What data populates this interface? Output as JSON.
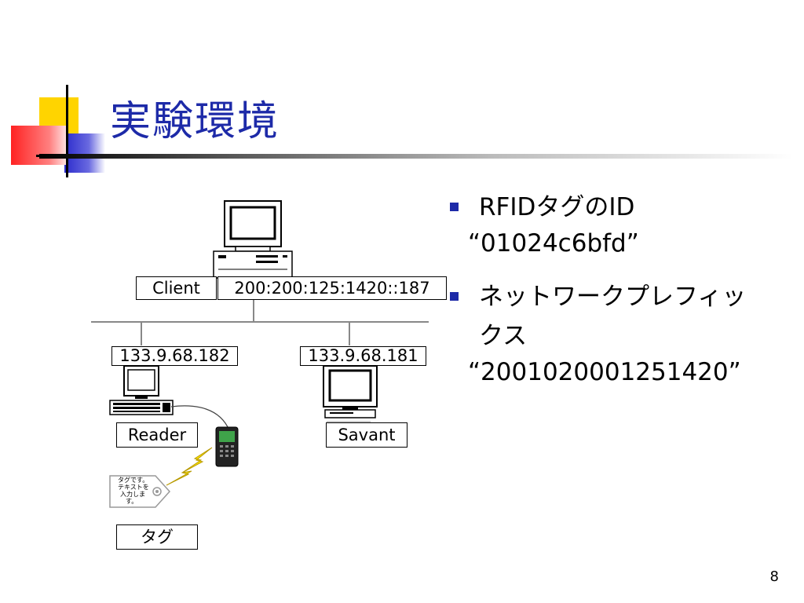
{
  "slide": {
    "title": "実験環境",
    "page_number": "8"
  },
  "diagram": {
    "client_label": "Client",
    "client_address": "200:200:125:1420::187",
    "reader_address": "133.9.68.182",
    "savant_address": "133.9.68.181",
    "reader_label": "Reader",
    "savant_label": "Savant",
    "tag_label": "タグ",
    "tag_note_lines": [
      "タグです。",
      "テキストを",
      "入力しま",
      "す。"
    ]
  },
  "bullets": [
    {
      "label": "RFIDタグのID",
      "value": "“01024c6bfd”"
    },
    {
      "label_lines": [
        "ネットワークプレフィッ",
        "クス"
      ],
      "value": "“2001020001251420”"
    }
  ],
  "colors": {
    "title": "#1d2aa8",
    "bullet": "#1d2aa8",
    "deco_yellow": "#ffd400",
    "deco_red": "#ff3333",
    "deco_blue": "#2b2bcc"
  }
}
